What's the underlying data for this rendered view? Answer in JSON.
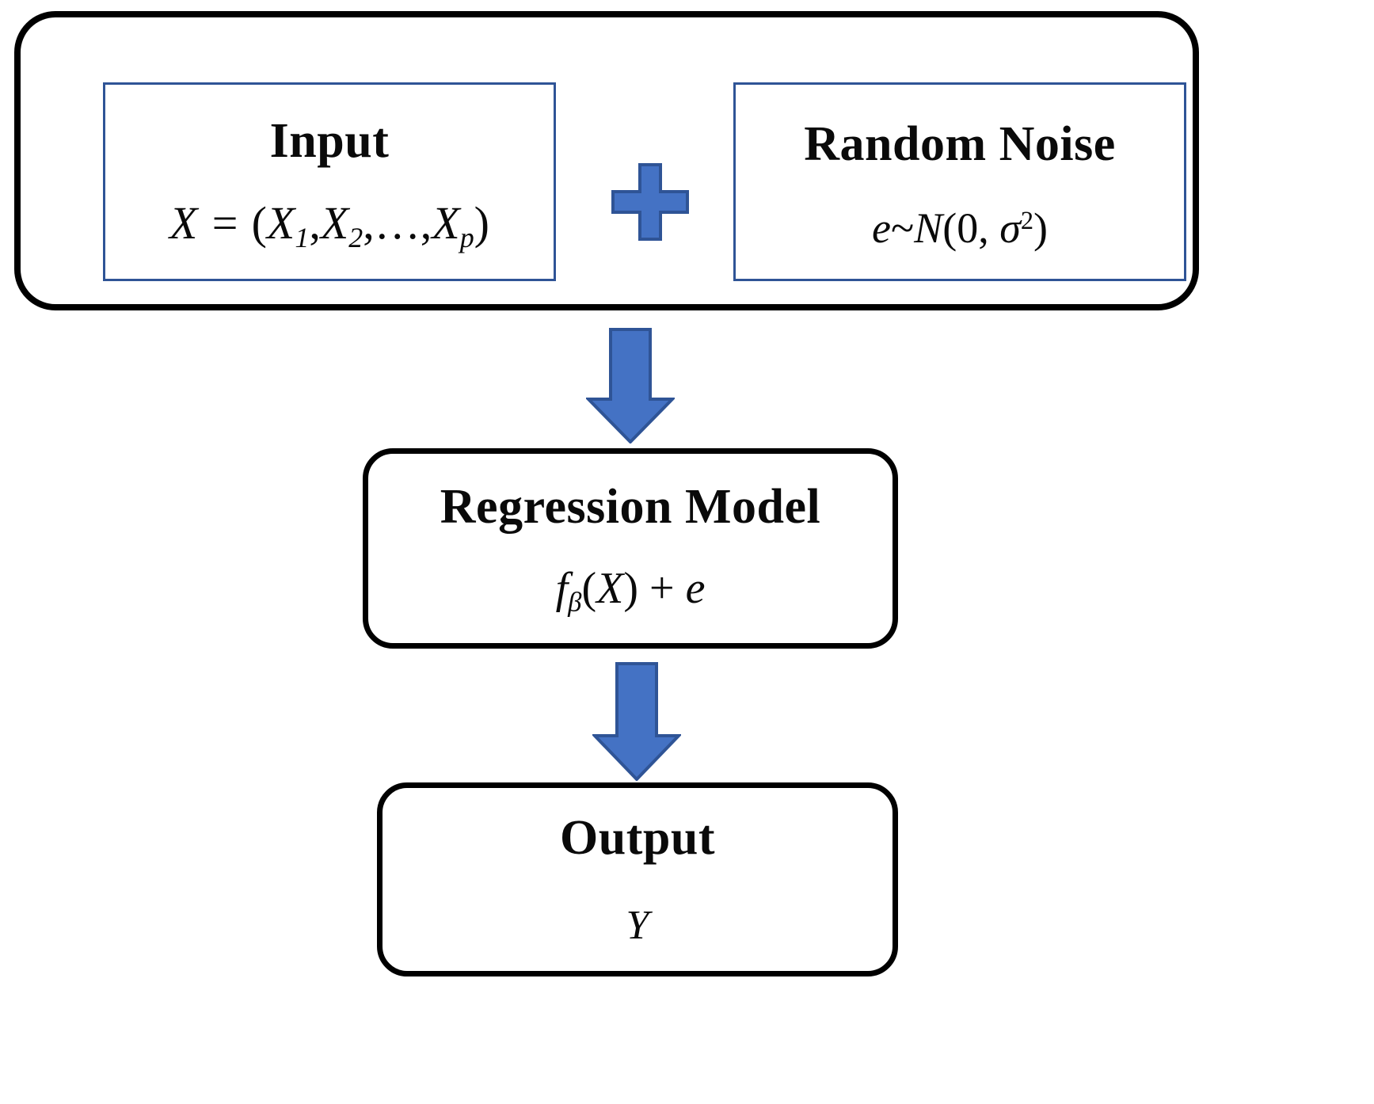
{
  "diagram": {
    "title": "Regression model data-generating process flowchart",
    "colors": {
      "accent_blue_fill": "#4472C4",
      "accent_blue_stroke": "#2F5496",
      "box_border_black": "#000000",
      "box_border_blue": "#2F5496",
      "background": "#FFFFFF",
      "text": "#000000"
    },
    "group": {
      "name": "input-and-noise-group",
      "boxes": [
        {
          "id": "input",
          "title": "Input",
          "formula_text": "X = (X1, X2, ..., Xp)",
          "formula": {
            "lhs": "X",
            "eq": "=",
            "open": "(",
            "terms": [
              "X1",
              "X2",
              "…",
              "Xp"
            ],
            "close": ")"
          }
        },
        {
          "id": "random-noise",
          "title": "Random Noise",
          "formula_text": "e~N(0, σ²)",
          "formula": {
            "variable": "e",
            "relation": "~",
            "distribution": "N",
            "mean": "0",
            "variance": "σ2"
          }
        }
      ],
      "operator": {
        "id": "plus",
        "symbol": "+",
        "icon_name": "plus-icon"
      }
    },
    "nodes": [
      {
        "id": "regression-model",
        "title": "Regression Model",
        "formula_text": "fβ(X) + e"
      },
      {
        "id": "output",
        "title": "Output",
        "formula_text": "Y"
      }
    ],
    "connectors": [
      {
        "id": "arrow-group-to-model",
        "direction": "down",
        "icon_name": "down-arrow-icon"
      },
      {
        "id": "arrow-model-to-output",
        "direction": "down",
        "icon_name": "down-arrow-icon"
      }
    ],
    "labels": {
      "input_title": "Input",
      "noise_title": "Random Noise",
      "model_title": "Regression Model",
      "output_title": "Output",
      "math": {
        "X": "X",
        "equals": "=",
        "paren_open": "(",
        "paren_close": ")",
        "X_base": "X",
        "sub_1": "1",
        "sub_2": "2",
        "comma": ",",
        "ellipsis": "…",
        "sub_p": "p",
        "e": "e",
        "tilde": "~",
        "N": "N",
        "zero": "0",
        "sigma": "σ",
        "sup_2": "2",
        "f": "f",
        "beta": "β",
        "plus": "+",
        "Y": "Y"
      }
    }
  }
}
